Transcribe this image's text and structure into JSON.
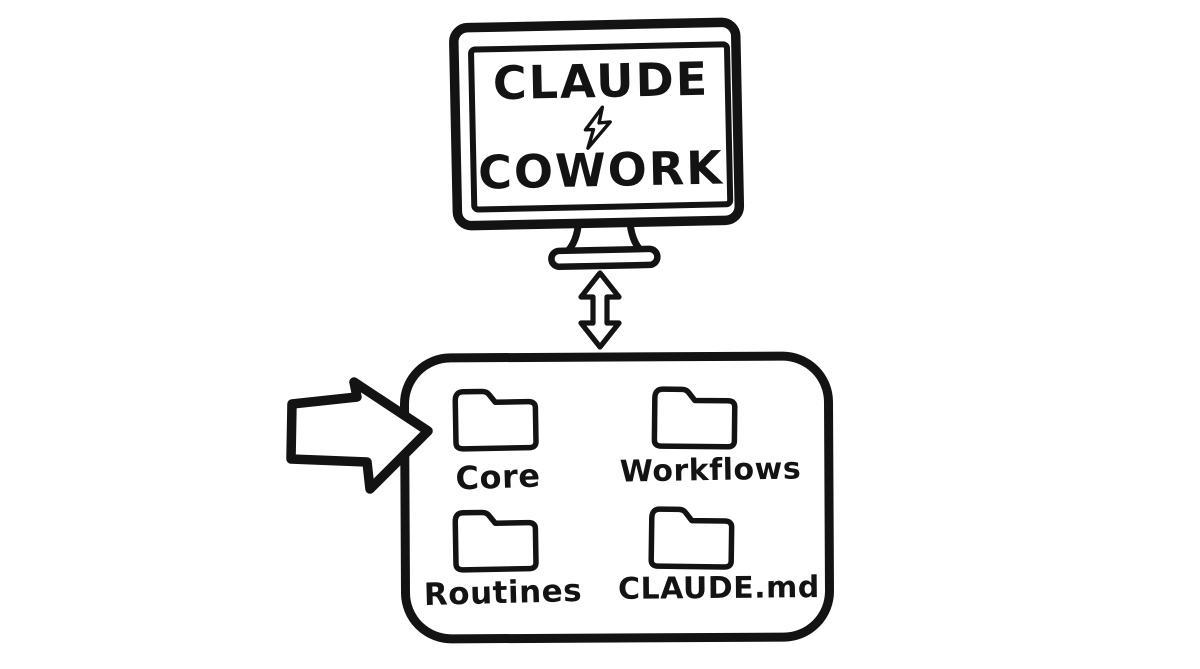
{
  "canvas": {
    "background_color": "#ffffff",
    "ink_color": "#131313",
    "style": "hand-drawn-whiteboard-sketch"
  },
  "monitor": {
    "title_line1": "CLAUDE",
    "title_line2": "COWORK",
    "separator_icon": "lightning-bolt-icon"
  },
  "connector": {
    "icon": "double-headed-vertical-arrow-icon",
    "meaning": "two-way sync between Claude Cowork and workspace folder"
  },
  "pointer": {
    "icon": "block-arrow-right-icon"
  },
  "workspace_box": {
    "folders": [
      {
        "icon": "folder-icon",
        "label": "Core"
      },
      {
        "icon": "folder-icon",
        "label": "Workflows"
      },
      {
        "icon": "folder-icon",
        "label": "Routines"
      },
      {
        "icon": "folder-icon",
        "label": "CLAUDE.md"
      }
    ]
  }
}
